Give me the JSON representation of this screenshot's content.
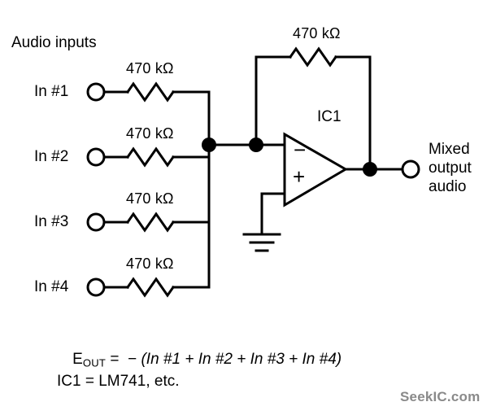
{
  "diagram": {
    "title_label": "Audio inputs",
    "ic_label": "IC1",
    "output_label_line1": "Mixed",
    "output_label_line2": "output",
    "output_label_line3": "audio",
    "opamp_minus": "−",
    "opamp_plus": "+",
    "inputs": [
      {
        "label": "In #1",
        "resistor": "470 kΩ"
      },
      {
        "label": "In #2",
        "resistor": "470 kΩ"
      },
      {
        "label": "In #3",
        "resistor": "470 kΩ"
      },
      {
        "label": "In #4",
        "resistor": "470 kΩ"
      }
    ],
    "feedback_resistor": "470 kΩ",
    "equation": {
      "symbol": "E",
      "subscript": "OUT",
      "body": " =  − ",
      "expression": "(In #1 + In #2 + In #3 + In #4)"
    },
    "ic_note": "IC1 = LM741, etc.",
    "watermark": "SeekIC.com",
    "colors": {
      "line": "#000000",
      "background": "#ffffff",
      "watermark": "#8a8a8a"
    }
  }
}
